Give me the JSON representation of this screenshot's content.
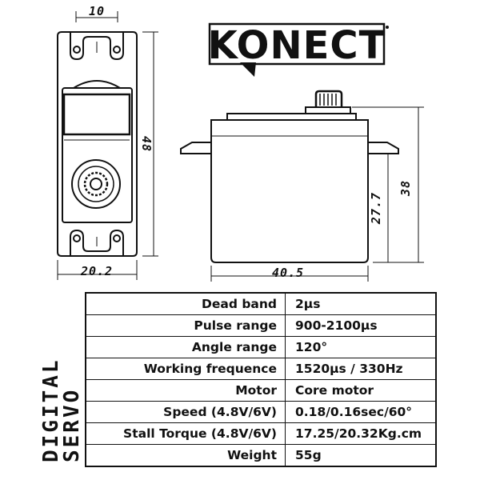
{
  "brand": {
    "logo_text": "KONECT"
  },
  "side_label": {
    "line1": "DIGITAL",
    "line2": "SERVO"
  },
  "dimensions": {
    "top_width": "10",
    "front_width": "20.2",
    "front_height": "48",
    "side_width": "40.5",
    "side_total_height": "38",
    "side_body_height": "27.7"
  },
  "specs": [
    {
      "label": "Dead band",
      "value": "2µs"
    },
    {
      "label": "Pulse range",
      "value": "900-2100µs"
    },
    {
      "label": "Angle range",
      "value": "120°"
    },
    {
      "label": "Working frequence",
      "value": "1520µs / 330Hz"
    },
    {
      "label": "Motor",
      "value": "Core motor"
    },
    {
      "label": "Speed (4.8V/6V)",
      "value": "0.18/0.16sec/60°"
    },
    {
      "label": "Stall Torque (4.8V/6V)",
      "value": "17.25/20.32Kg.cm"
    },
    {
      "label": "Weight",
      "value": "55g"
    }
  ]
}
